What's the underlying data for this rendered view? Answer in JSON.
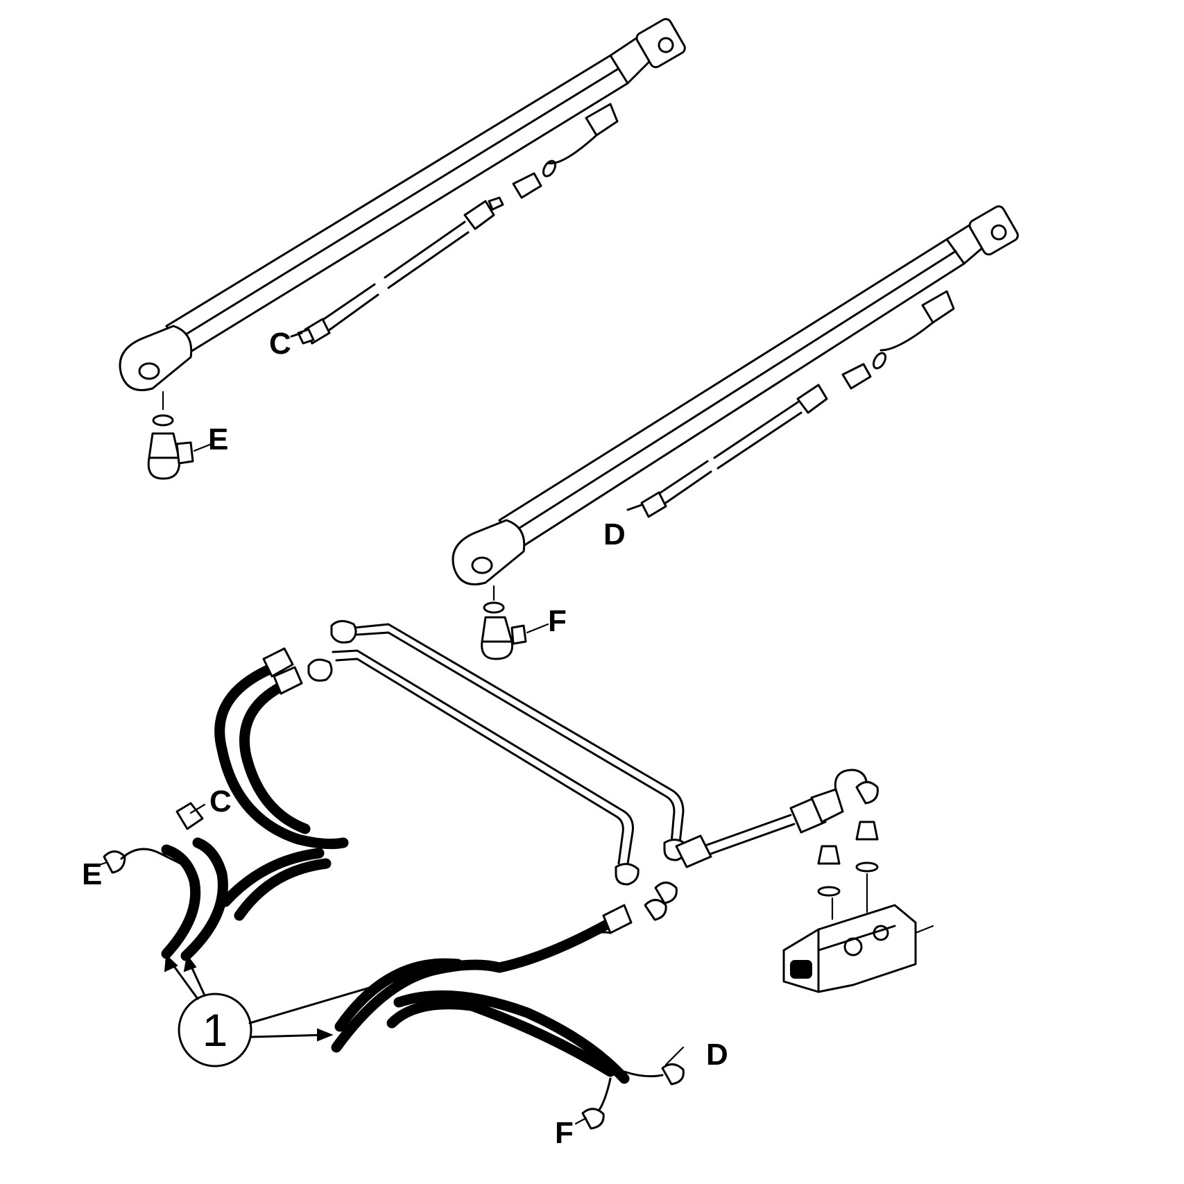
{
  "diagram": {
    "labels": {
      "c_upper": "C",
      "d_upper": "D",
      "e_upper": "E",
      "f_upper": "F",
      "c_lower": "C",
      "d_lower": "D",
      "e_lower": "E",
      "f_lower": "F"
    },
    "callout": "1"
  }
}
